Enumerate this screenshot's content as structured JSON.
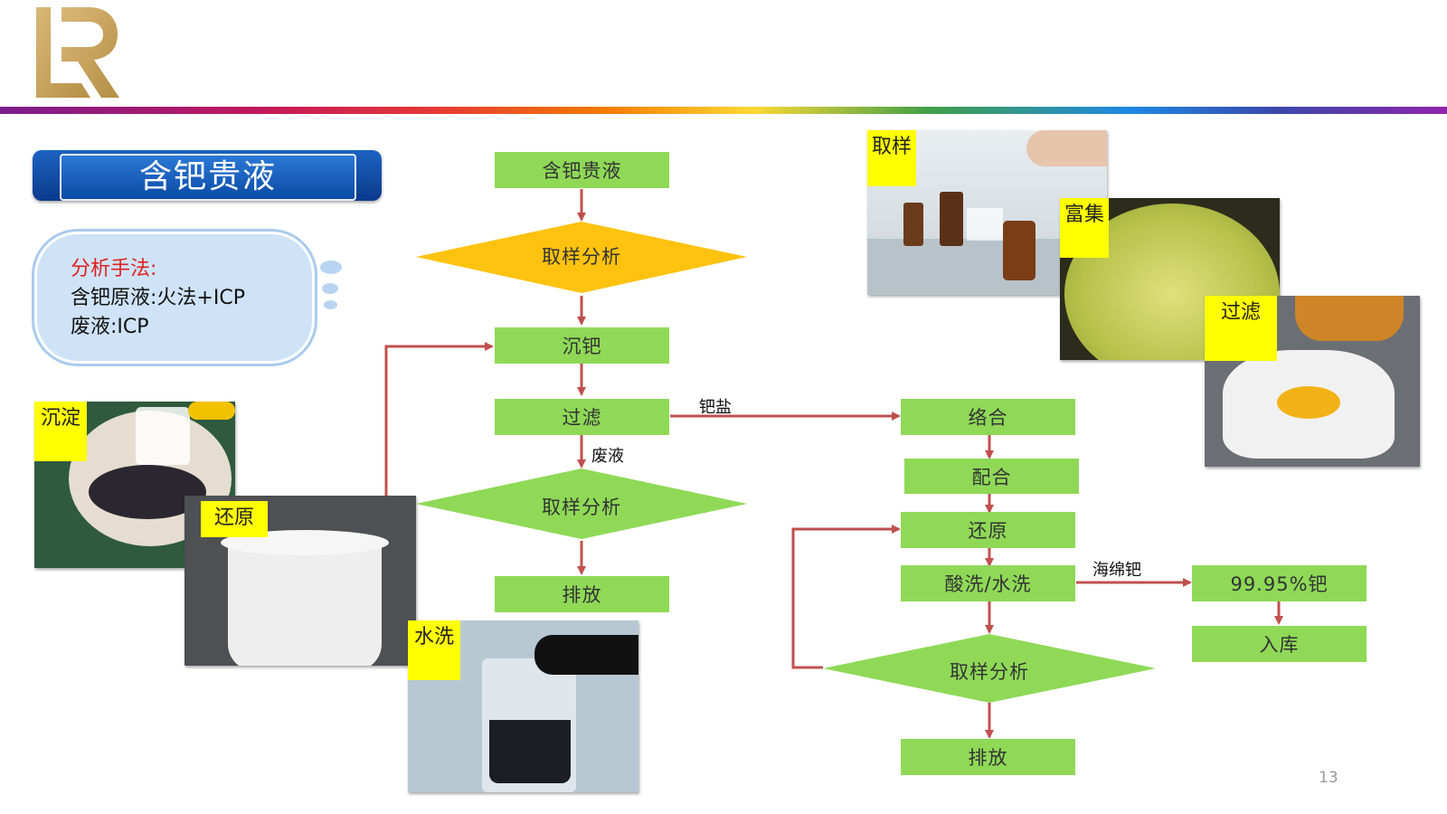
{
  "title": "含钯贵液",
  "method": {
    "heading": "分析手法:",
    "line1": "含钯原液:火法+ICP",
    "line2": "废液:ICP"
  },
  "flow_left": {
    "n1": "含钯贵液",
    "n2": "取样分析",
    "n3": "沉钯",
    "n4": "过滤",
    "n5": "取样分析",
    "n6": "排放",
    "edge_waste": "废液",
    "edge_salt": "钯盐"
  },
  "flow_right": {
    "n1": "络合",
    "n2": "配合",
    "n3": "还原",
    "n4": "酸洗/水洗",
    "n5": "取样分析",
    "n6": "排放",
    "n7": "99.95%钯",
    "n8": "入库",
    "edge_sponge": "海绵钯"
  },
  "photo_tags": {
    "sampling": "取样",
    "enrich": "富集",
    "filter": "过滤",
    "precipitate": "沉淀",
    "reduce": "还原",
    "wash": "水洗"
  },
  "page_number": "13",
  "colors": {
    "node_green": "#8fd957",
    "diamond_orange": "#ffc20e",
    "arrow_red": "#c0504d",
    "tag_yellow": "#ffff00",
    "logo_gold": "#c9a35a"
  }
}
